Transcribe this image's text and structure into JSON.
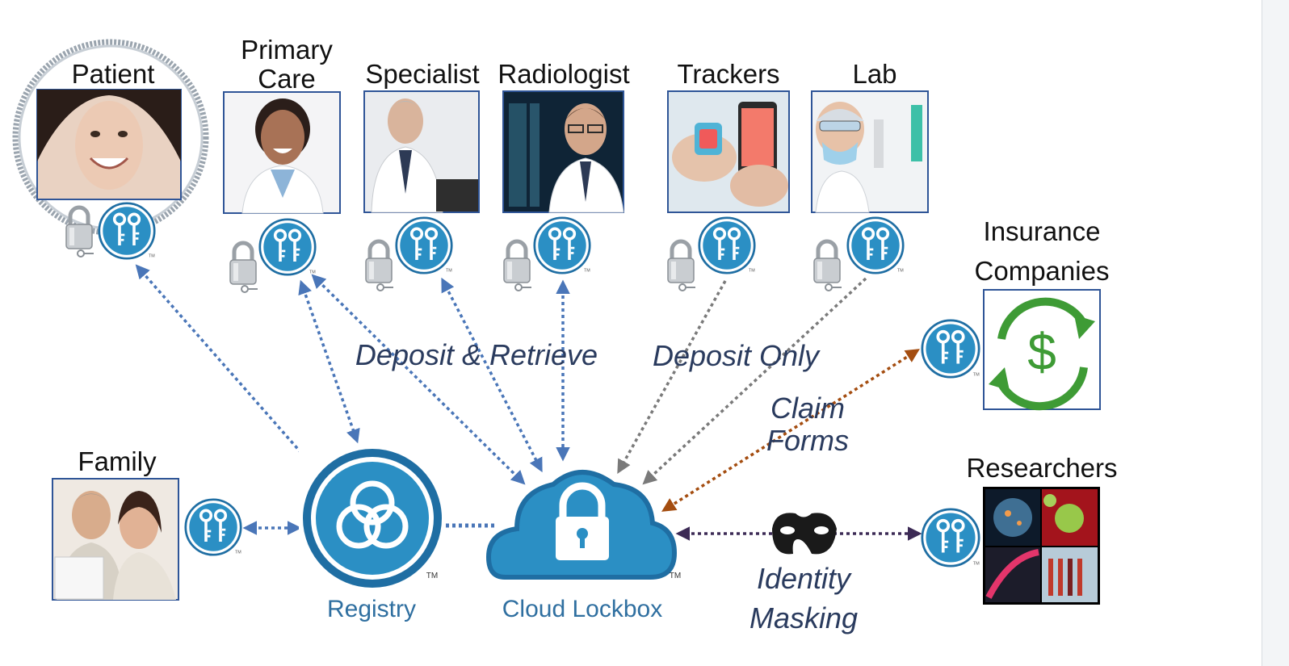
{
  "actors": {
    "patient": "Patient",
    "primary_care": "Primary\nCare",
    "specialist": "Specialist",
    "radiologist": "Radiologist",
    "trackers": "Trackers",
    "lab": "Lab",
    "insurance": "Insurance\nCompanies",
    "family": "Family",
    "researchers": "Researchers"
  },
  "hubs": {
    "registry": "Registry",
    "cloud_lockbox": "Cloud Lockbox",
    "trademark": "TM"
  },
  "flows": {
    "deposit_retrieve": "Deposit & Retrieve",
    "deposit_only": "Deposit Only",
    "claim_forms": "Claim\nForms",
    "identity_masking": "Identity\nMasking"
  },
  "colors": {
    "key_blue": "#2b8fc4",
    "dark_blue": "#1f6ea3",
    "arrow_blue": "#4a76b8",
    "arrow_gray": "#7a7a7a",
    "arrow_brown": "#a44d10",
    "arrow_purple": "#3c2a55",
    "insurance_green": "#3e9b35"
  },
  "icons": {
    "key": "key-icon",
    "padlock": "padlock-icon",
    "mask": "mask-icon",
    "dollar": "dollar-cycle-icon"
  }
}
